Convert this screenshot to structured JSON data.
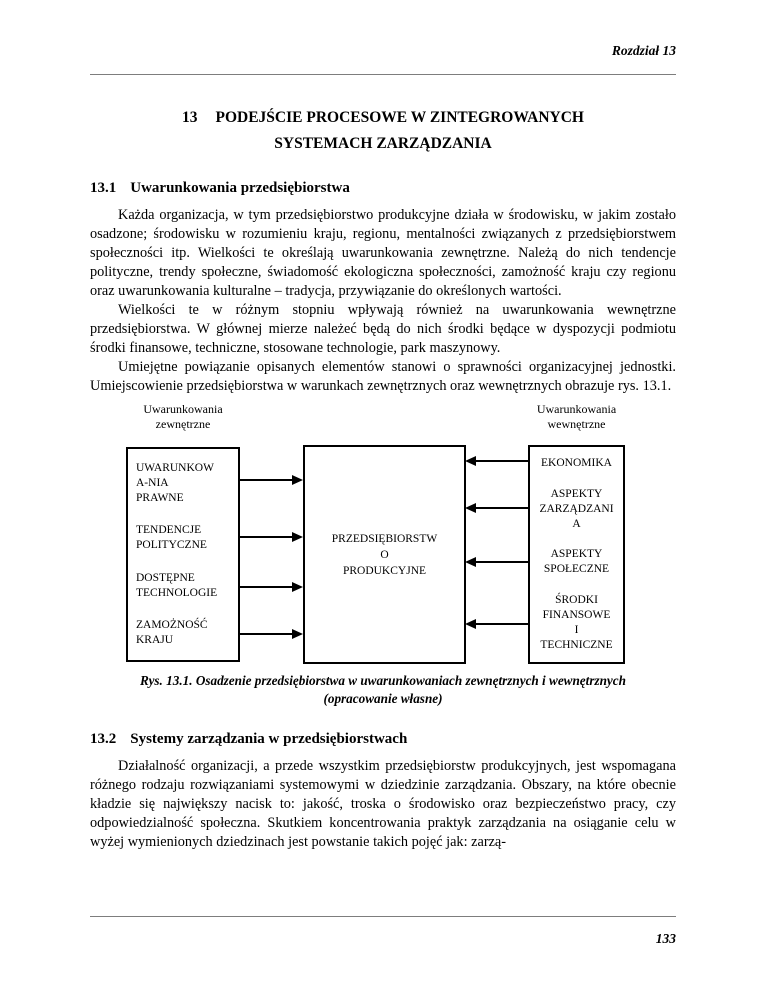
{
  "header": {
    "chapter_label": "Rozdział 13"
  },
  "chapter_title": {
    "number": "13",
    "line1": "PODEJŚCIE PROCESOWE W ZINTEGROWANYCH",
    "line2": "SYSTEMACH ZARZĄDZANIA"
  },
  "section_13_1": {
    "number": "13.1",
    "title": "Uwarunkowania przedsiębiorstwa",
    "paragraphs": [
      "Każda organizacja, w tym przedsiębiorstwo produkcyjne działa w środowisku, w jakim zostało osadzone; środowisku w rozumieniu kraju, regionu, mentalności związanych z przedsiębiorstwem społeczności itp. Wielkości te określają uwarunkowania zewnętrzne. Należą do nich tendencje polityczne, trendy społeczne, świadomość ekologiczna społeczności, zamożność kraju czy regionu oraz uwarunkowania kulturalne – tradycja, przywiązanie do określonych wartości.",
      "Wielkości te w różnym stopniu wpływają również na uwarunkowania wewnętrzne przedsiębiorstwa. W głównej mierze należeć będą do nich środki będące w dyspozycji podmiotu środki finansowe, techniczne, stosowane technologie, park maszynowy.",
      "Umiejętne powiązanie opisanych elementów stanowi o sprawności organizacyjnej jednostki. Umiejscowienie przedsiębiorstwa w warunkach zewnętrznych oraz wewnętrznych obrazuje rys. 13.1."
    ]
  },
  "figure": {
    "label_external": "Uwarunkowania\nzewnętrzne",
    "label_internal": "Uwarunkowania\nwewnętrzne",
    "left_box_items": [
      "UWARUNKOW\nA-NIA\nPRAWNE",
      "TENDENCJE\nPOLITYCZNE",
      "DOSTĘPNE\nTECHNOLOGIE",
      "ZAMOŻNOŚĆ\nKRAJU"
    ],
    "center_box": "PRZEDSIĘBIORSTW\nO\nPRODUKCYJNE",
    "right_box_items": [
      "EKONOMIKA",
      "ASPEKTY\nZARZĄDZANI\nA",
      "ASPEKTY\nSPOŁECZNE",
      "ŚRODKI\nFINANSOWE\nI\nTECHNICZNE"
    ],
    "caption_line1": "Rys. 13.1. Osadzenie przedsiębiorstwa w uwarunkowaniach zewnętrznych i wewnętrznych",
    "caption_line2": "(opracowanie własne)"
  },
  "section_13_2": {
    "number": "13.2",
    "title": "Systemy zarządzania w przedsiębiorstwach",
    "paragraphs": [
      "Działalność organizacji, a przede wszystkim przedsiębiorstw produkcyjnych, jest wspomagana różnego rodzaju rozwiązaniami systemowymi w dziedzinie zarządzania. Obszary, na które obecnie kładzie się największy nacisk to: jakość, troska o środowisko oraz bezpieczeństwo pracy, czy odpowiedzialność społeczna. Skutkiem koncentrowania praktyk zarządzania na osiąganie celu w wyżej wymienionych dziedzinach jest powstanie takich pojęć jak: zarzą-"
    ]
  },
  "footer": {
    "page_number": "133"
  }
}
